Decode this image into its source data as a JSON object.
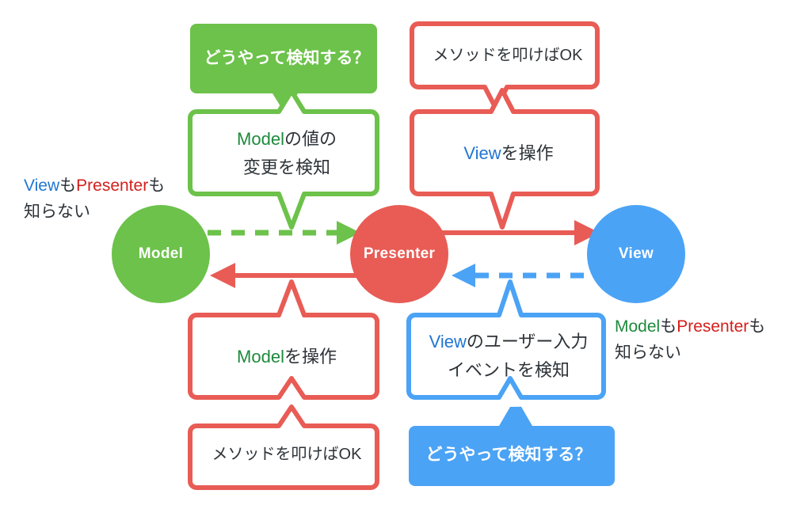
{
  "colors": {
    "green": "#6cc24a",
    "red": "#e85c55",
    "blue": "#4ba3f5",
    "text_dark": "#2d3338",
    "text_green": "#1e8a3c",
    "text_red": "#d3201c",
    "text_blue": "#2176d2",
    "white": "#ffffff",
    "background": "#ffffff"
  },
  "diagram": {
    "title": "MVP (Model View Presenter) data flow diagram",
    "nodes": [
      {
        "id": "model",
        "label": "Model",
        "color": "#6cc24a"
      },
      {
        "id": "presenter",
        "label": "Presenter",
        "color": "#e85c55"
      },
      {
        "id": "view",
        "label": "View",
        "color": "#4ba3f5"
      }
    ],
    "arrows": [
      {
        "id": "model-to-presenter",
        "from": "Model",
        "to": "Presenter",
        "style": "dashed",
        "color": "#6cc24a",
        "direction": "right"
      },
      {
        "id": "presenter-to-model",
        "from": "Presenter",
        "to": "Model",
        "style": "solid",
        "color": "#e85c55",
        "direction": "left"
      },
      {
        "id": "presenter-to-view",
        "from": "Presenter",
        "to": "View",
        "style": "solid",
        "color": "#e85c55",
        "direction": "right"
      },
      {
        "id": "view-to-presenter",
        "from": "View",
        "to": "Presenter",
        "style": "dashed",
        "color": "#4ba3f5",
        "direction": "left"
      }
    ]
  },
  "bubbles": {
    "green_question": {
      "id": "green-question-bubble",
      "text": "どうやって検知する？",
      "fill": "#6cc24a",
      "text_color": "#ffffff"
    },
    "green_detect": {
      "id": "green-detect-bubble",
      "line1_a": "Model",
      "line1_b": "の値の",
      "line2": "変更を検知",
      "border": "#6cc24a",
      "accent_color": "#1e8a3c"
    },
    "red_method_top": {
      "id": "red-method-top-bubble",
      "text": "メソッドを叩けばOK",
      "border": "#e85c55"
    },
    "red_view_operate": {
      "id": "red-view-operate-bubble",
      "line1_a": "View",
      "line1_b": "を操作",
      "border": "#e85c55",
      "accent_color": "#2176d2"
    },
    "red_model_operate": {
      "id": "red-model-operate-bubble",
      "line1_a": "Model",
      "line1_b": "を操作",
      "border": "#e85c55",
      "accent_color": "#1e8a3c"
    },
    "red_method_bottom": {
      "id": "red-method-bottom-bubble",
      "text": "メソッドを叩けばOK",
      "border": "#e85c55"
    },
    "blue_detect": {
      "id": "blue-detect-bubble",
      "line1_a": "View",
      "line1_b": "のユーザー入力",
      "line2": "イベントを検知",
      "border": "#4ba3f5",
      "accent_color": "#2176d2"
    },
    "blue_question": {
      "id": "blue-question-bubble",
      "text": "どうやって検知する？",
      "fill": "#4ba3f5",
      "text_color": "#ffffff"
    }
  },
  "notes": {
    "left": {
      "id": "left-note",
      "seg1": "View",
      "seg2": "も",
      "seg3": "Presenter",
      "seg4": "も",
      "line2": "知らない"
    },
    "right": {
      "id": "right-note",
      "seg1": "Model",
      "seg2": "も",
      "seg3": "Presenter",
      "seg4": "も",
      "line2": "知らない"
    }
  }
}
